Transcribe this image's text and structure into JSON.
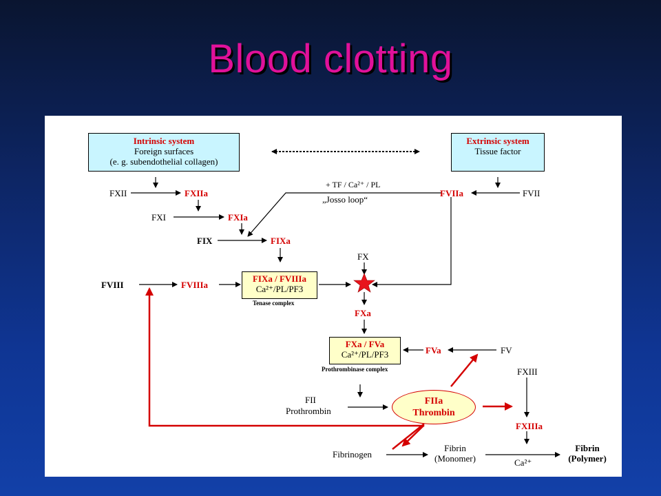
{
  "title": "Blood clotting",
  "intrinsic": {
    "heading": "Intrinsic system",
    "line1": "Foreign surfaces",
    "line2": "(e. g. subendothelial collagen)"
  },
  "extrinsic": {
    "heading": "Extrinsic system",
    "line1": "Tissue factor"
  },
  "factors": {
    "fxii": "FXII",
    "fxiia": "FXIIa",
    "fxi": "FXI",
    "fxia": "FXIa",
    "fix": "FIX",
    "fixa": "FIXa",
    "fviii": "FVIII",
    "fviiia": "FVIIIa",
    "fvii": "FVII",
    "fviia": "FVIIa",
    "fx": "FX",
    "fxa": "FXa",
    "fv": "FV",
    "fva": "FVa",
    "fxiii": "FXIII",
    "fxiiia": "FXIIIa",
    "fii": "FII",
    "prothrombin": "Prothrombin",
    "fibrinogen": "Fibrinogen",
    "fibrin_monomer_1": "Fibrin",
    "fibrin_monomer_2": "(Monomer)",
    "fibrin_polymer_1": "Fibrin",
    "fibrin_polymer_2": "(Polymer)",
    "ca": "Ca²⁺"
  },
  "josso": {
    "cofactors": "+ TF / Ca²⁺ / PL",
    "loop": "„Josso loop“"
  },
  "tenase": {
    "line1": "FIXa / FVIIIa",
    "line2": "Ca²⁺/PL/PF3",
    "caption": "Tenase complex"
  },
  "prothrombinase": {
    "line1": "FXa / FVa",
    "line2": "Ca²⁺/PL/PF3",
    "caption": "Prothrombinase complex"
  },
  "thrombin": {
    "line1": "FIIa",
    "line2": "Thrombin"
  },
  "colors": {
    "title": "#e0119a",
    "activated": "#d40000",
    "system_box": "#c9f5ff",
    "complex_box": "#ffffc9"
  }
}
